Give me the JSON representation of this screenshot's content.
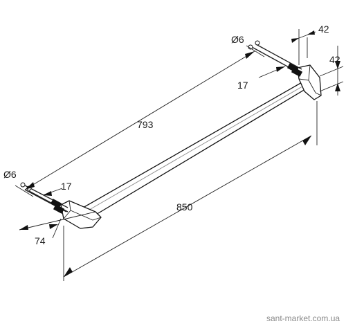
{
  "dimensions": {
    "pin_diameter_right": "Ø6",
    "pin_diameter_left": "Ø6",
    "bracket_depth_top": "42",
    "bracket_height_right": "42",
    "pin_length_right": "17",
    "pin_length_left": "17",
    "pin_spacing": "793",
    "overall_length": "850",
    "bracket_offset": "74"
  },
  "watermark": "sant-market.com.ua"
}
